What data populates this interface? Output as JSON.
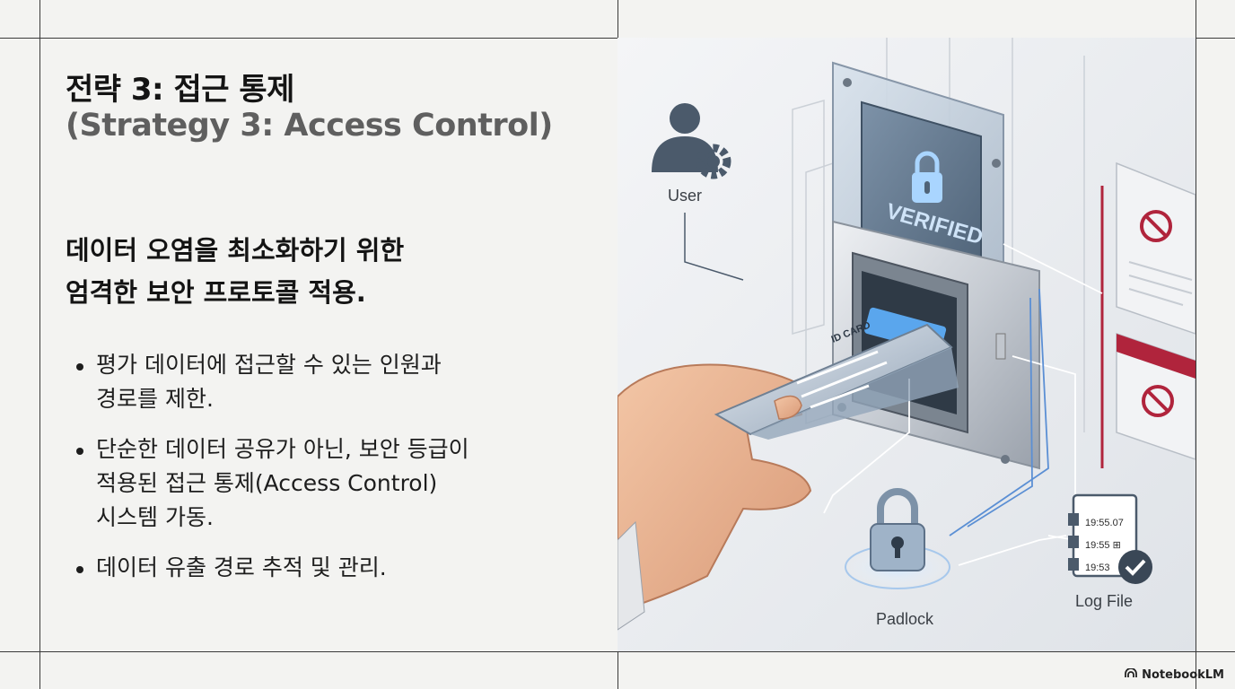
{
  "slide": {
    "title": "전략 3: 접근 통제",
    "subtitle": "(Strategy 3: Access Control)",
    "lead": [
      "데이터 오염을 최소화하기 위한",
      "엄격한 보안 프로토콜 적용."
    ],
    "bullets": [
      [
        "평가 데이터에 접근할 수 있는 인원과",
        "경로를 제한."
      ],
      [
        "단순한 데이터 공유가 아닌, 보안 등급이",
        "적용된 접근 통제(Access Control)",
        "시스템 가동."
      ],
      [
        "데이터 유출 경로 추적 및 관리."
      ]
    ]
  },
  "illustration": {
    "user_label": "User",
    "screen_text": "VERIFIED",
    "card_text": "ID CARD",
    "padlock_label": "Padlock",
    "log_label": "Log File",
    "log_entries": [
      "19:55.07",
      "19:55 ⊞",
      "19:53"
    ],
    "icons": [
      "user-gear-icon",
      "padlock-icon",
      "log-file-icon",
      "blocked-icon"
    ],
    "colors": {
      "accent_blue": "#5b8fd4",
      "alert_red": "#b0243c"
    }
  },
  "footer": {
    "brand": "NotebookLM"
  }
}
